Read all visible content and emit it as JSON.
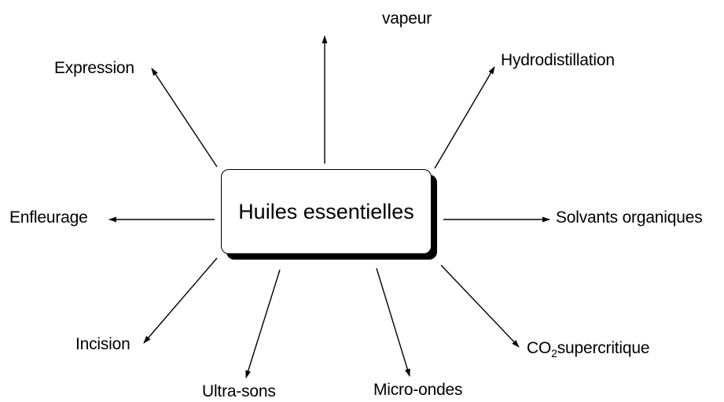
{
  "center": {
    "title": "Huiles essentielles"
  },
  "labels": {
    "vapeur": "vapeur",
    "expression": "Expression",
    "hydrodistillation": "Hydrodistillation",
    "enfleurage": "Enfleurage",
    "solvants": "Solvants organiques",
    "incision": "Incision",
    "co2_prefix": "CO",
    "co2_sub": "2",
    "co2_suffix": "supercritique",
    "ultrasons": "Ultra-sons",
    "microondes": "Micro-ondes"
  },
  "colors": {
    "ink": "#000000",
    "background": "#ffffff"
  }
}
